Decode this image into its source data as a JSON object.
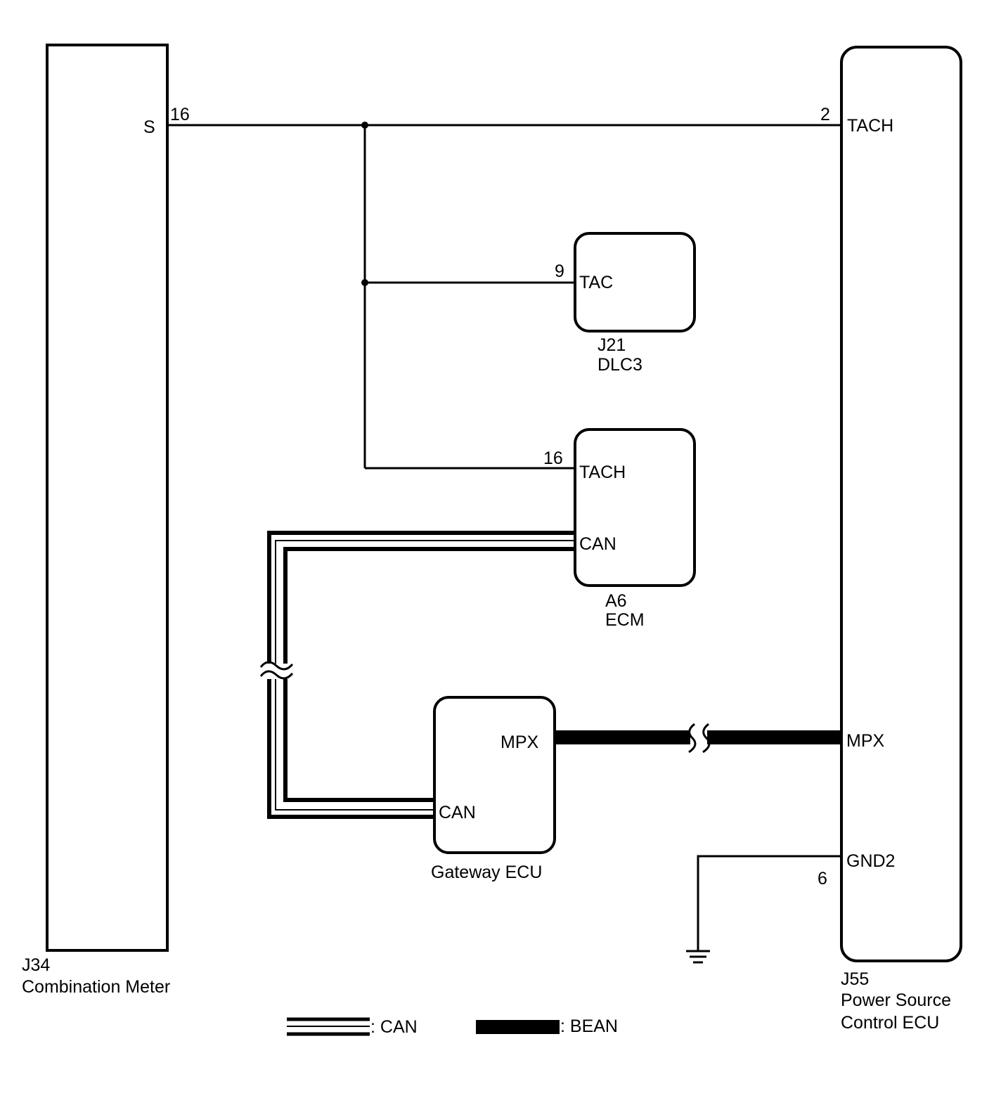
{
  "colors": {
    "line": "#000000",
    "background": "#ffffff"
  },
  "components": {
    "combination_meter": {
      "code": "J34",
      "name": "Combination Meter",
      "pins": {
        "s": {
          "label": "S",
          "number": "16"
        }
      }
    },
    "power_source_ecu": {
      "code": "J55",
      "name_line1": "Power Source",
      "name_line2": "Control ECU",
      "pins": {
        "tach": {
          "label": "TACH",
          "number": "2"
        },
        "mpx": {
          "label": "MPX"
        },
        "gnd2": {
          "label": "GND2",
          "number": "6"
        }
      }
    },
    "dlc3": {
      "code": "J21",
      "name": "DLC3",
      "pins": {
        "tac": {
          "label": "TAC",
          "number": "9"
        }
      }
    },
    "ecm": {
      "code": "A6",
      "name": "ECM",
      "pins": {
        "tach": {
          "label": "TACH",
          "number": "16"
        },
        "can": {
          "label": "CAN"
        }
      }
    },
    "gateway_ecu": {
      "name": "Gateway ECU",
      "pins": {
        "mpx": {
          "label": "MPX"
        },
        "can": {
          "label": "CAN"
        }
      }
    }
  },
  "legend": {
    "can": ": CAN",
    "bean": ": BEAN"
  }
}
